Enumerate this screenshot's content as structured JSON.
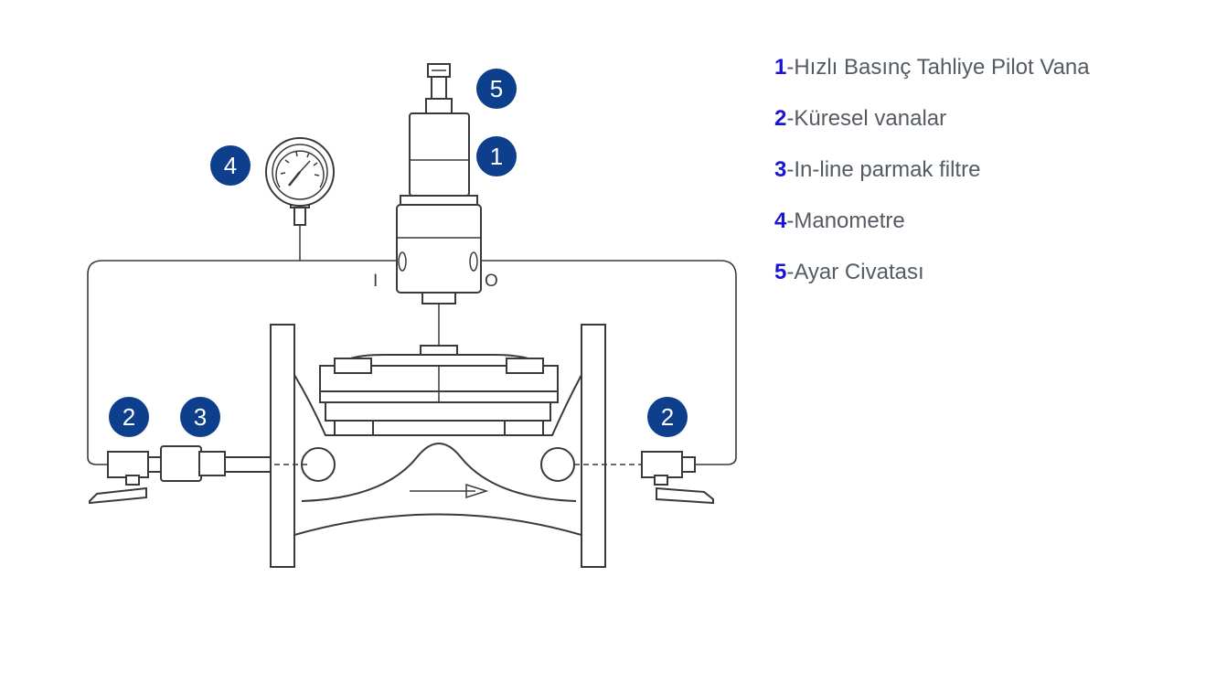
{
  "colors": {
    "badge": "#0d3f8c",
    "accent": "#1a14d6",
    "text": "#555b63",
    "line": "#3a3a3a"
  },
  "port_labels": {
    "inlet": "I",
    "outlet": "O"
  },
  "callouts": [
    {
      "id": "pilot",
      "number": "1"
    },
    {
      "id": "ball-left",
      "number": "2"
    },
    {
      "id": "filter",
      "number": "3"
    },
    {
      "id": "gauge",
      "number": "4"
    },
    {
      "id": "bolt",
      "number": "5"
    },
    {
      "id": "ball-right",
      "number": "2"
    }
  ],
  "legend": [
    {
      "number": "1",
      "text": "-Hızlı Basınç Tahliye Pilot Vana"
    },
    {
      "number": "2",
      "text": "-Küresel vanalar"
    },
    {
      "number": "3",
      "text": "-In-line parmak filtre"
    },
    {
      "number": "4",
      "text": "-Manometre"
    },
    {
      "number": "5",
      "text": "-Ayar Civatası"
    }
  ]
}
